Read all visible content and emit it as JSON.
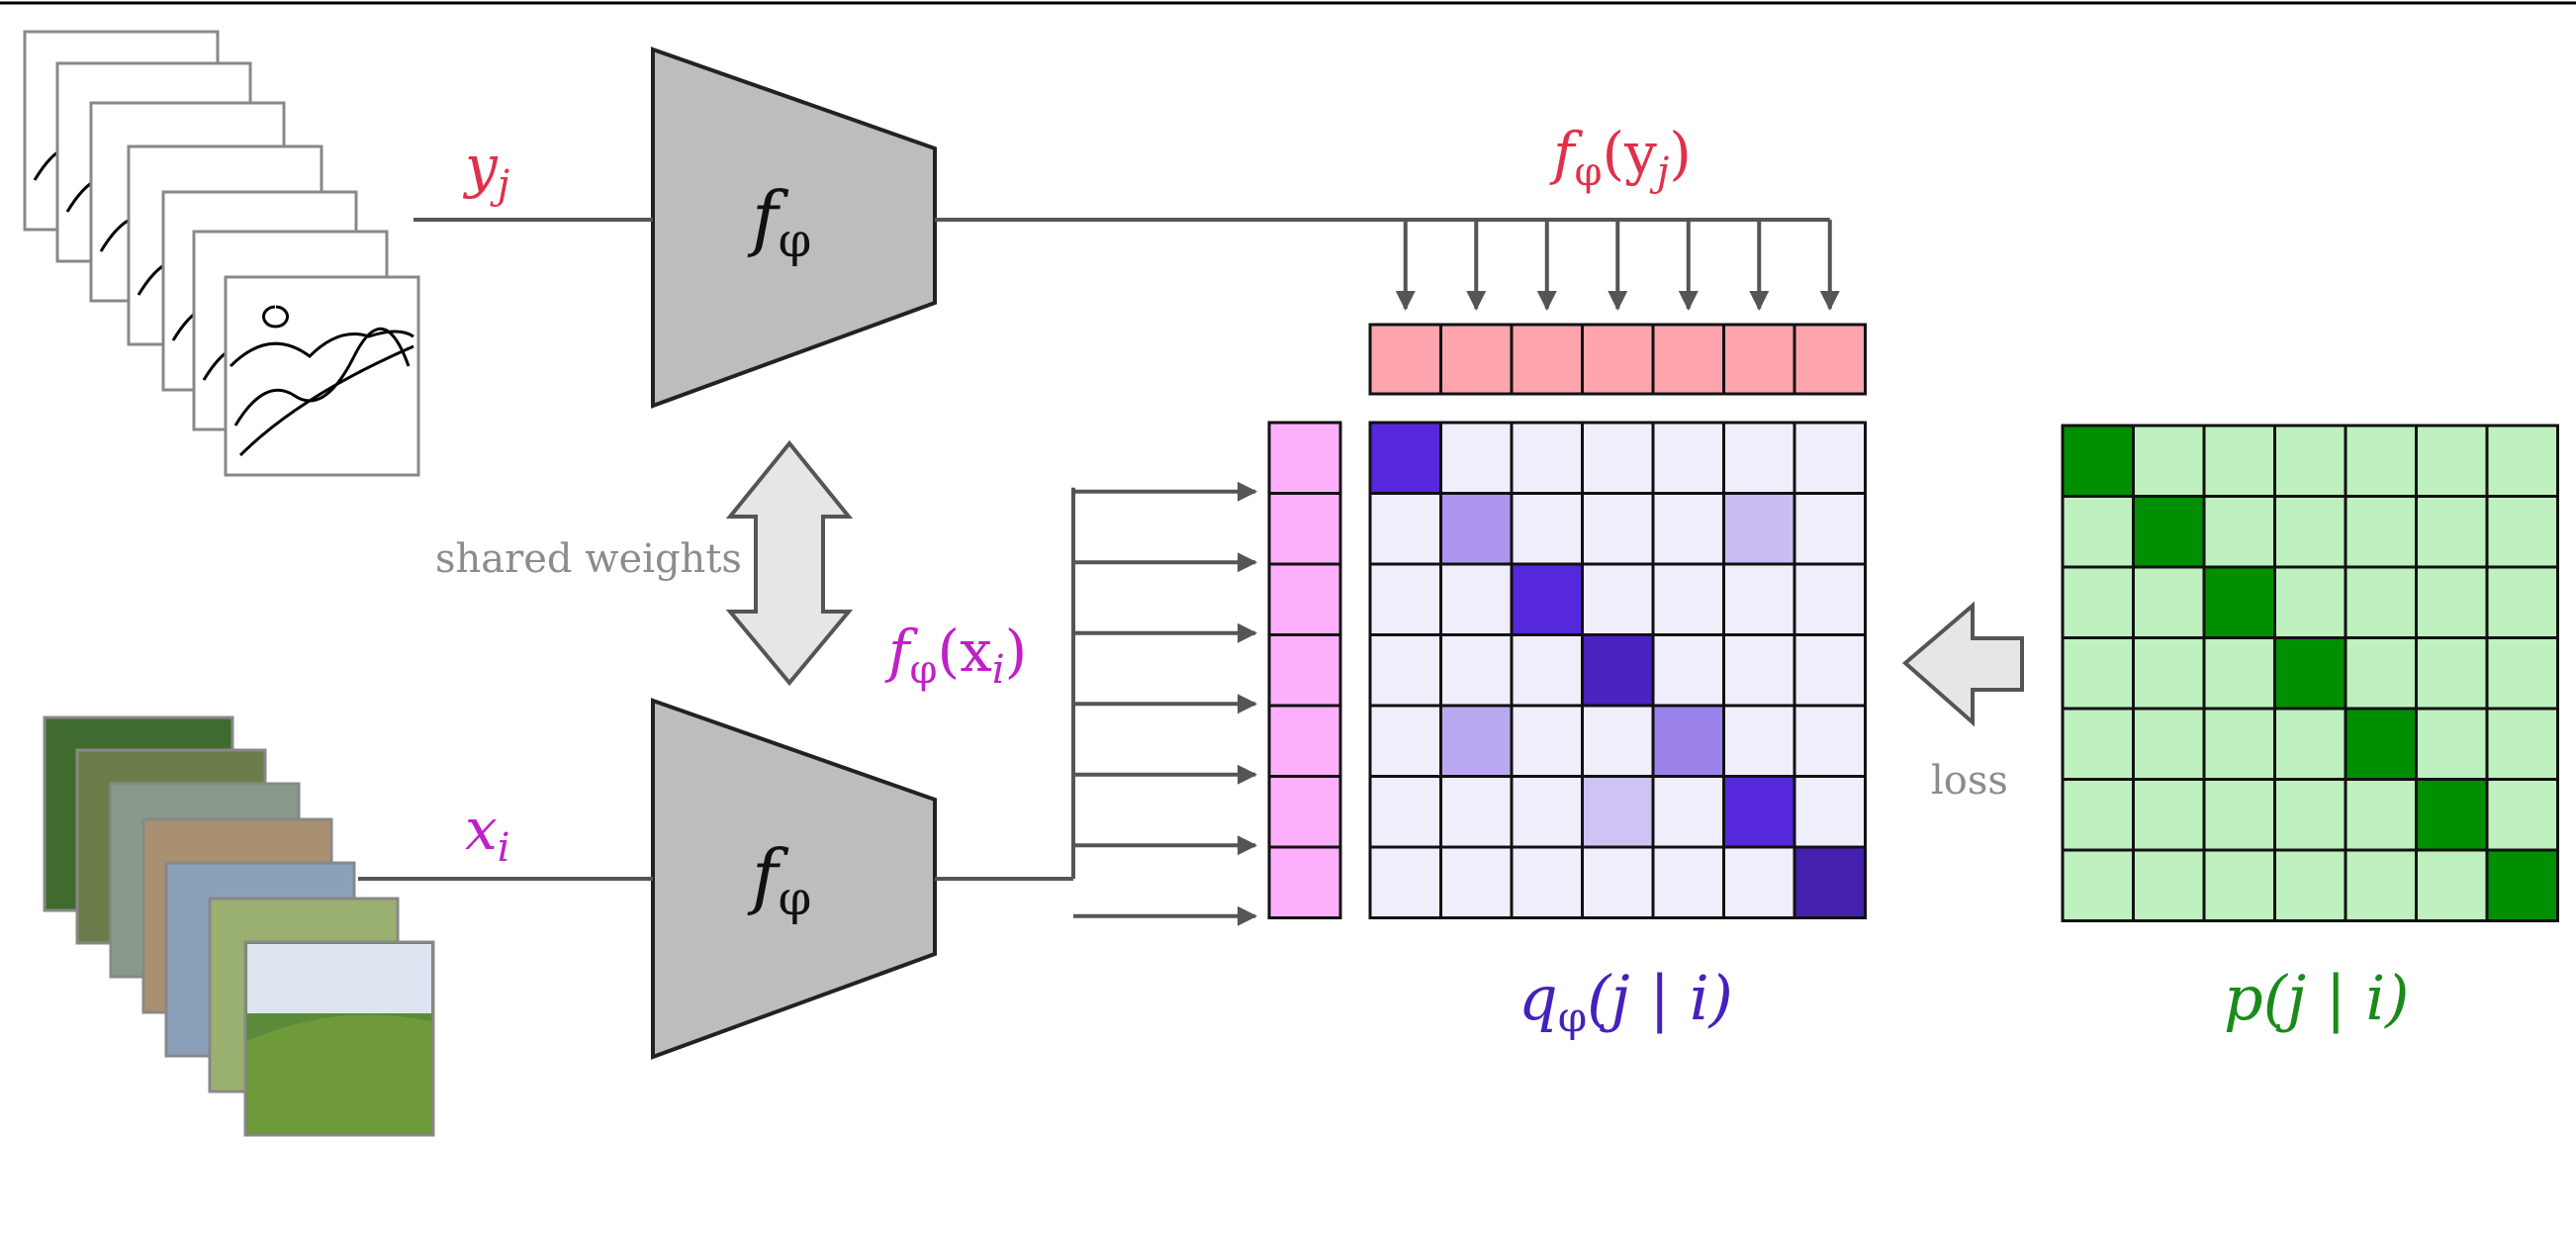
{
  "labels": {
    "y_j": "y",
    "y_j_sub": "j",
    "x_i": "x",
    "x_i_sub": "i",
    "encoder_top": "f",
    "encoder_top_sub": "φ",
    "encoder_bottom": "f",
    "encoder_bottom_sub": "φ",
    "f_y": "f",
    "f_y_sub": "φ",
    "f_y_arg": "(y",
    "f_y_arg_sub": "j",
    "f_y_close": ")",
    "f_x": "f",
    "f_x_sub": "φ",
    "f_x_arg": "(x",
    "f_x_arg_sub": "i",
    "f_x_close": ")",
    "shared_weights": "shared weights",
    "loss": "loss",
    "q_label": "q",
    "q_label_sub": "φ",
    "q_label_arg": "(j | i)",
    "p_label": "p(j | i)"
  },
  "colors": {
    "y_color": "#e0304a",
    "x_color": "#c020c8",
    "q_color": "#4422bb",
    "p_color": "#1a8a1a",
    "line_gray": "#555555",
    "encoder_fill": "#bdbdbd",
    "y_cell_fill": "#fda4ac",
    "x_cell_fill": "#fcb0fc",
    "p_cell_fill": "#bff0bf",
    "p_diag_fill": "#008f00",
    "q_cell_fill": "#f1eefc"
  },
  "q_matrix": [
    [
      1.0,
      0,
      0,
      0,
      0,
      0,
      0
    ],
    [
      0,
      0.45,
      0,
      0,
      0,
      0.25,
      0
    ],
    [
      0,
      0,
      1.0,
      0,
      0,
      0,
      0
    ],
    [
      0,
      0,
      0,
      1.15,
      0,
      0,
      0
    ],
    [
      0,
      0.35,
      0,
      0,
      0.55,
      0,
      0
    ],
    [
      0,
      0,
      0,
      0.22,
      0,
      1.0,
      0
    ],
    [
      0,
      0,
      0,
      0,
      0,
      0,
      1.25
    ]
  ],
  "p_matrix_size": 7
}
